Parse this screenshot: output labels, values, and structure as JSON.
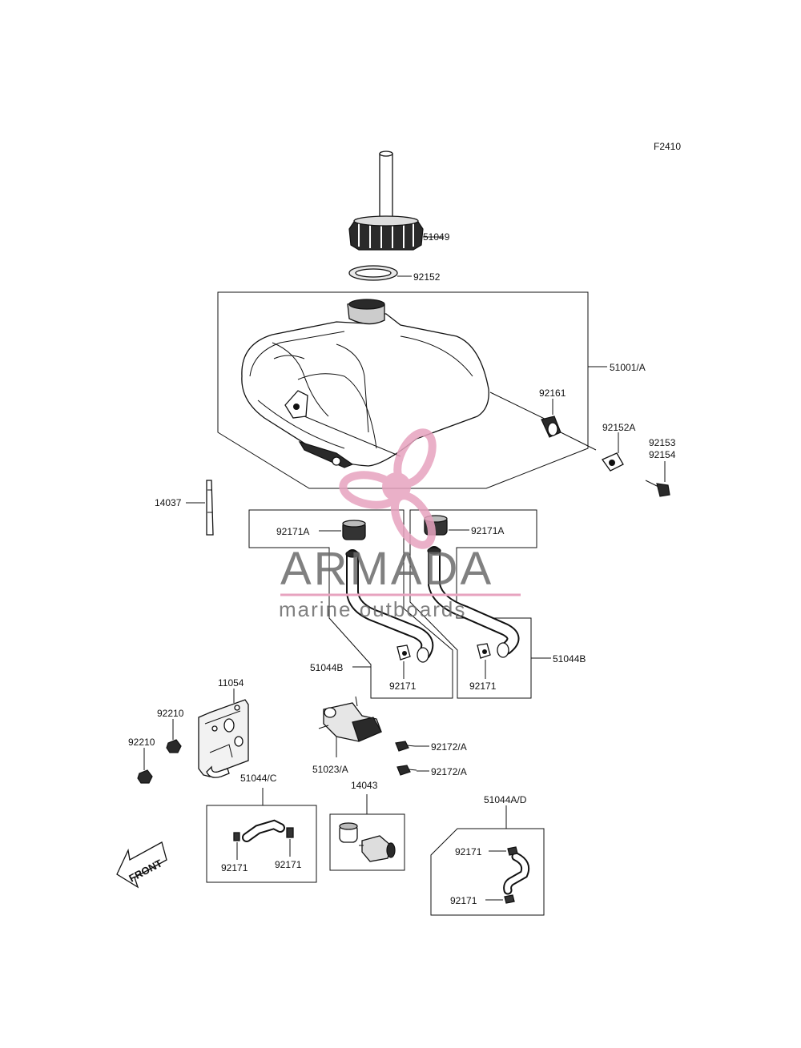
{
  "figure_code": "F2410",
  "part_labels": {
    "p51049": "51049",
    "p92152": "92152",
    "p51001A": "51001/A",
    "p92161": "92161",
    "p92152A": "92152A",
    "p92153": "92153",
    "p92154": "92154",
    "p14037": "14037",
    "p92171A_left": "92171A",
    "p92171A_right": "92171A",
    "p51044B_left": "51044B",
    "p51044B_right": "51044B",
    "p92171_left": "92171",
    "p92171_right": "92171",
    "p11054": "11054",
    "p92210_a": "92210",
    "p92210_b": "92210",
    "p51023A": "51023/A",
    "p92172A_a": "92172/A",
    "p92172A_b": "92172/A",
    "p51044C": "51044/C",
    "p14043": "14043",
    "p51044AD": "51044A/D",
    "p92171_c1": "92171",
    "p92171_c2": "92171",
    "p92171_d1": "92171",
    "p92171_d2": "92171"
  },
  "front_marker": "FRONT",
  "watermark": {
    "brand": "ARMADA",
    "tagline": "marine outboards",
    "accent_color": "#e7a3bf",
    "text_color": "#6b6b6b"
  }
}
